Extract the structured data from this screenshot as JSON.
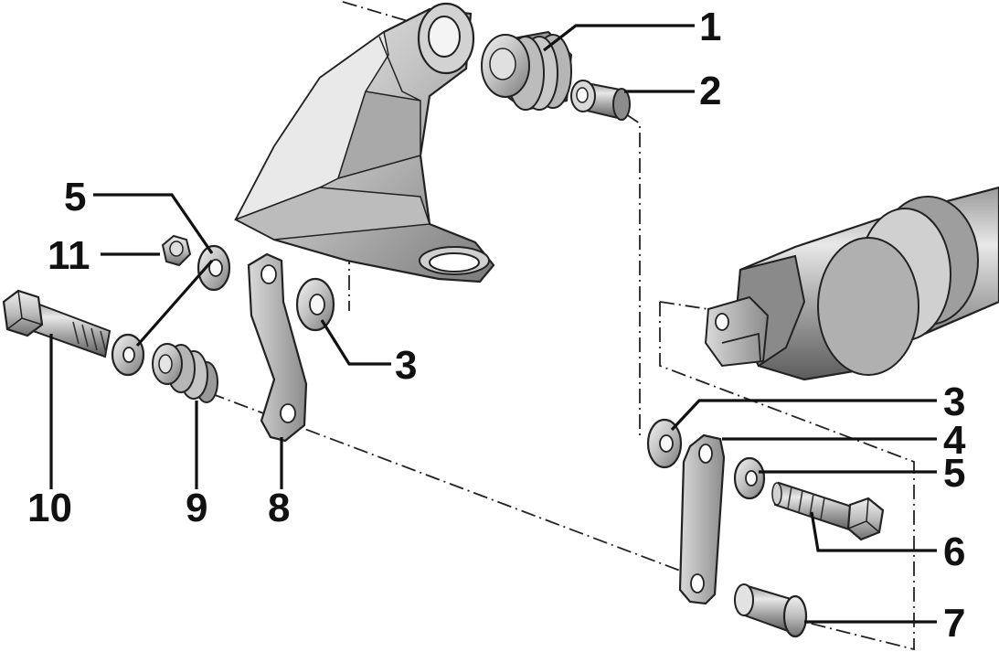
{
  "callouts": [
    {
      "id": "1",
      "label": "1"
    },
    {
      "id": "2",
      "label": "2"
    },
    {
      "id": "3a",
      "label": "3"
    },
    {
      "id": "3b",
      "label": "3"
    },
    {
      "id": "4",
      "label": "4"
    },
    {
      "id": "5a",
      "label": "5"
    },
    {
      "id": "5b",
      "label": "5"
    },
    {
      "id": "6",
      "label": "6"
    },
    {
      "id": "7",
      "label": "7"
    },
    {
      "id": "8",
      "label": "8"
    },
    {
      "id": "9",
      "label": "9"
    },
    {
      "id": "10",
      "label": "10"
    },
    {
      "id": "11",
      "label": "11"
    }
  ],
  "colors": {
    "metal_light": "#e6e6e6",
    "metal_mid": "#b3b3b3",
    "metal_dark": "#6e6e6e",
    "outline": "#222222",
    "text": "#111111"
  }
}
